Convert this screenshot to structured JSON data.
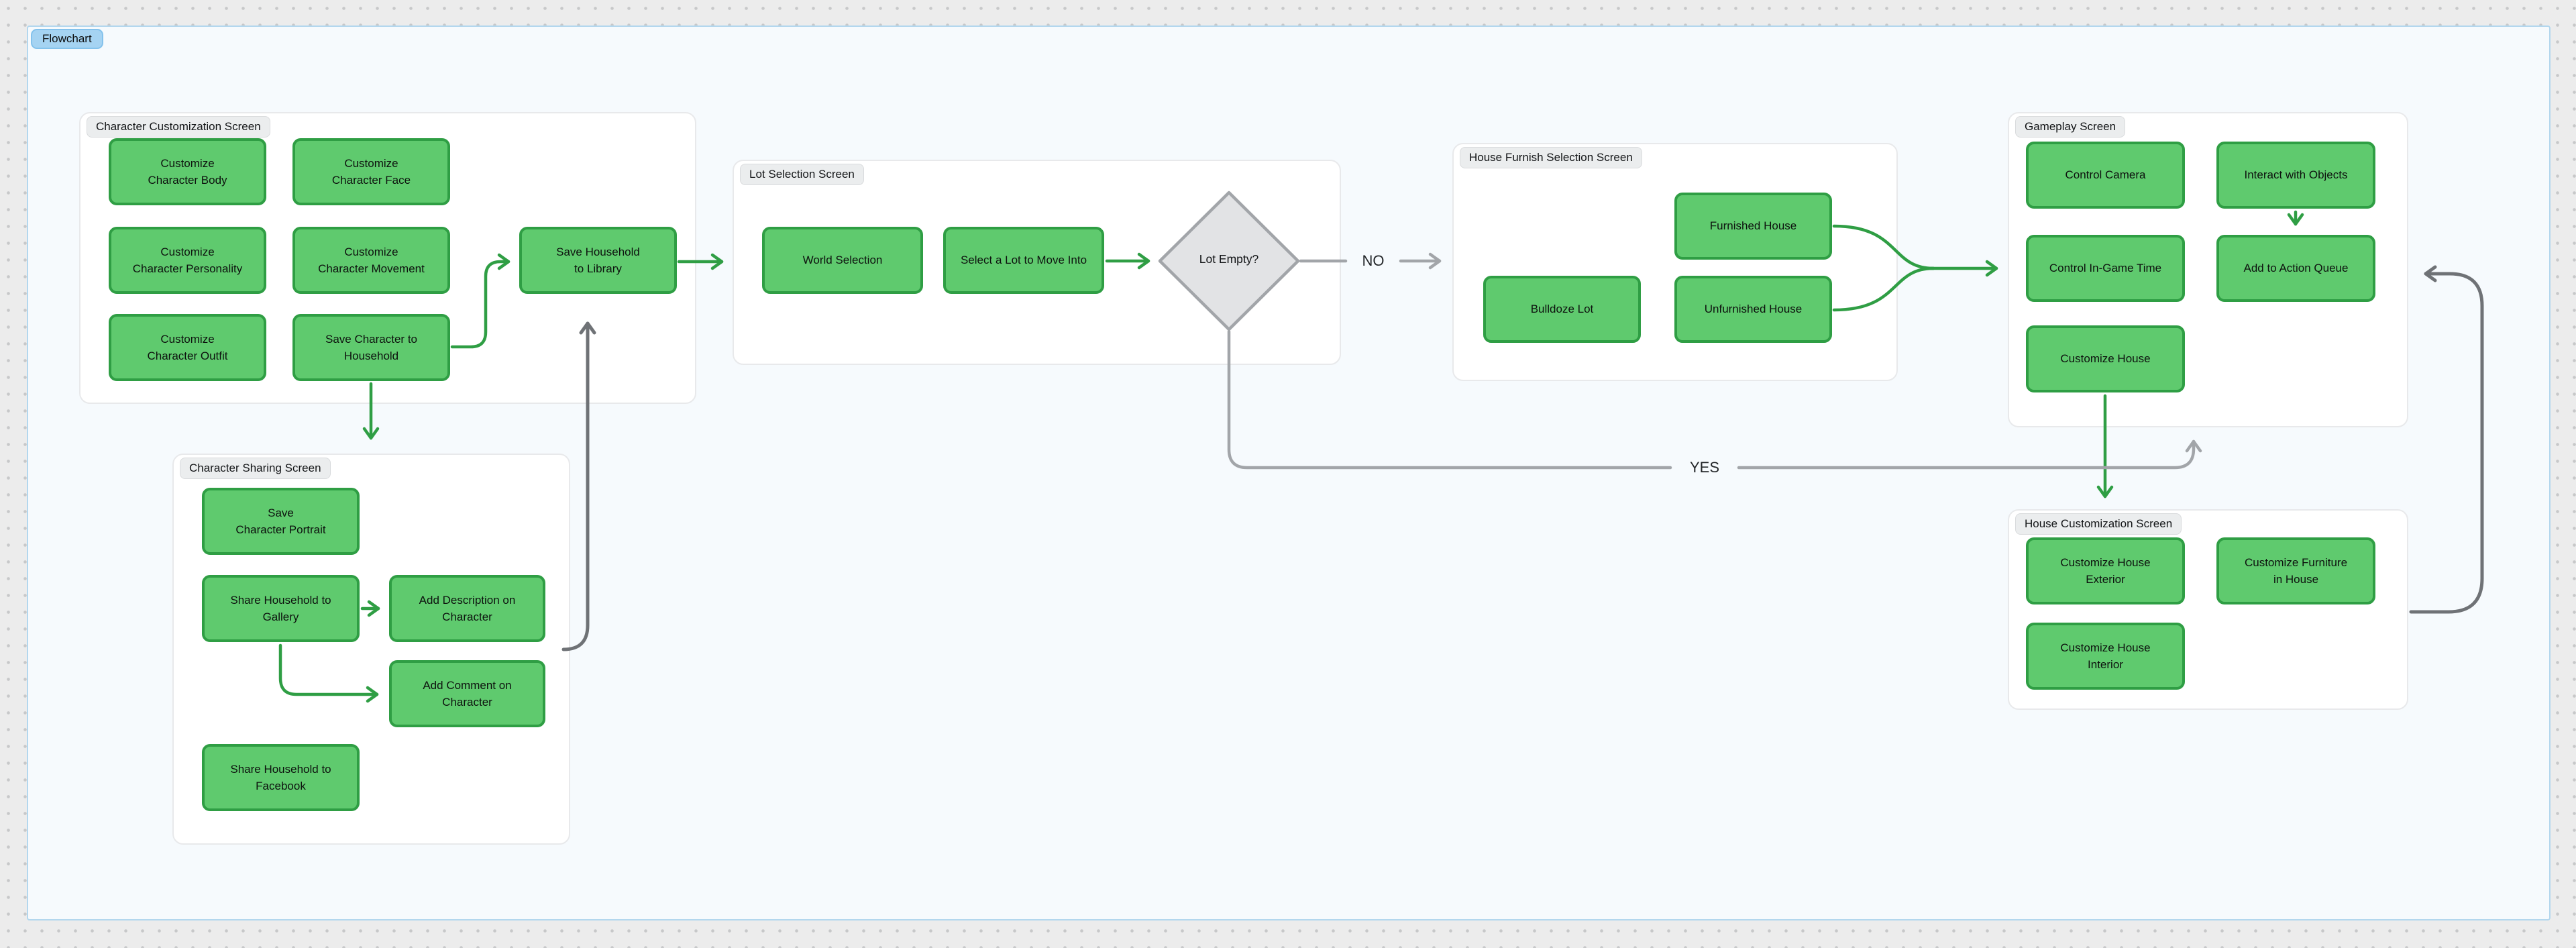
{
  "badge": {
    "label": "Flowchart"
  },
  "screens": {
    "character_customization": {
      "title": "Character Customization Screen",
      "nodes": {
        "body": "Customize\nCharacter Body",
        "face": "Customize\nCharacter Face",
        "personality": "Customize\nCharacter Personality",
        "movement": "Customize\nCharacter Movement",
        "outfit": "Customize\nCharacter Outfit",
        "save_character": "Save Character to\nHousehold",
        "save_household": "Save Household\nto Library"
      }
    },
    "character_sharing": {
      "title": "Character Sharing Screen",
      "nodes": {
        "portrait": "Save\nCharacter Portrait",
        "gallery": "Share Household to\nGallery",
        "description": "Add Description on\nCharacter",
        "comment": "Add Comment on\nCharacter",
        "facebook": "Share Household to\nFacebook"
      }
    },
    "lot_selection": {
      "title": "Lot Selection Screen",
      "nodes": {
        "world": "World Selection",
        "select_lot": "Select a Lot to Move Into"
      },
      "decision": "Lot Empty?"
    },
    "house_furnish": {
      "title": "House Furnish Selection Screen",
      "nodes": {
        "furnished": "Furnished House",
        "bulldoze": "Bulldoze Lot",
        "unfurnished": "Unfurnished House"
      }
    },
    "gameplay": {
      "title": "Gameplay Screen",
      "nodes": {
        "camera": "Control Camera",
        "interact": "Interact with Objects",
        "time": "Control In-Game Time",
        "queue": "Add to Action Queue",
        "customize": "Customize House"
      }
    },
    "house_customization": {
      "title": "House Customization Screen",
      "nodes": {
        "exterior": "Customize House\nExterior",
        "furniture": "Customize Furniture\nin House",
        "interior": "Customize House\nInterior"
      }
    }
  },
  "edge_labels": {
    "no": "NO",
    "yes": "YES"
  },
  "colors": {
    "node_fill": "#5fca6e",
    "node_border": "#2f9e44",
    "arrow_green": "#2f9e44",
    "arrow_gray": "#a2a5a9",
    "arrow_dark_gray": "#6f7276",
    "diamond_fill": "#e2e3e5",
    "diamond_border": "#a2a5a9",
    "frame_fill": "#f6fafd",
    "frame_border": "#b3d7ee",
    "badge_fill": "#a5d3f2",
    "container_fill": "#ffffff",
    "container_border": "#e8e9eb",
    "pill_fill": "#ebedee"
  }
}
